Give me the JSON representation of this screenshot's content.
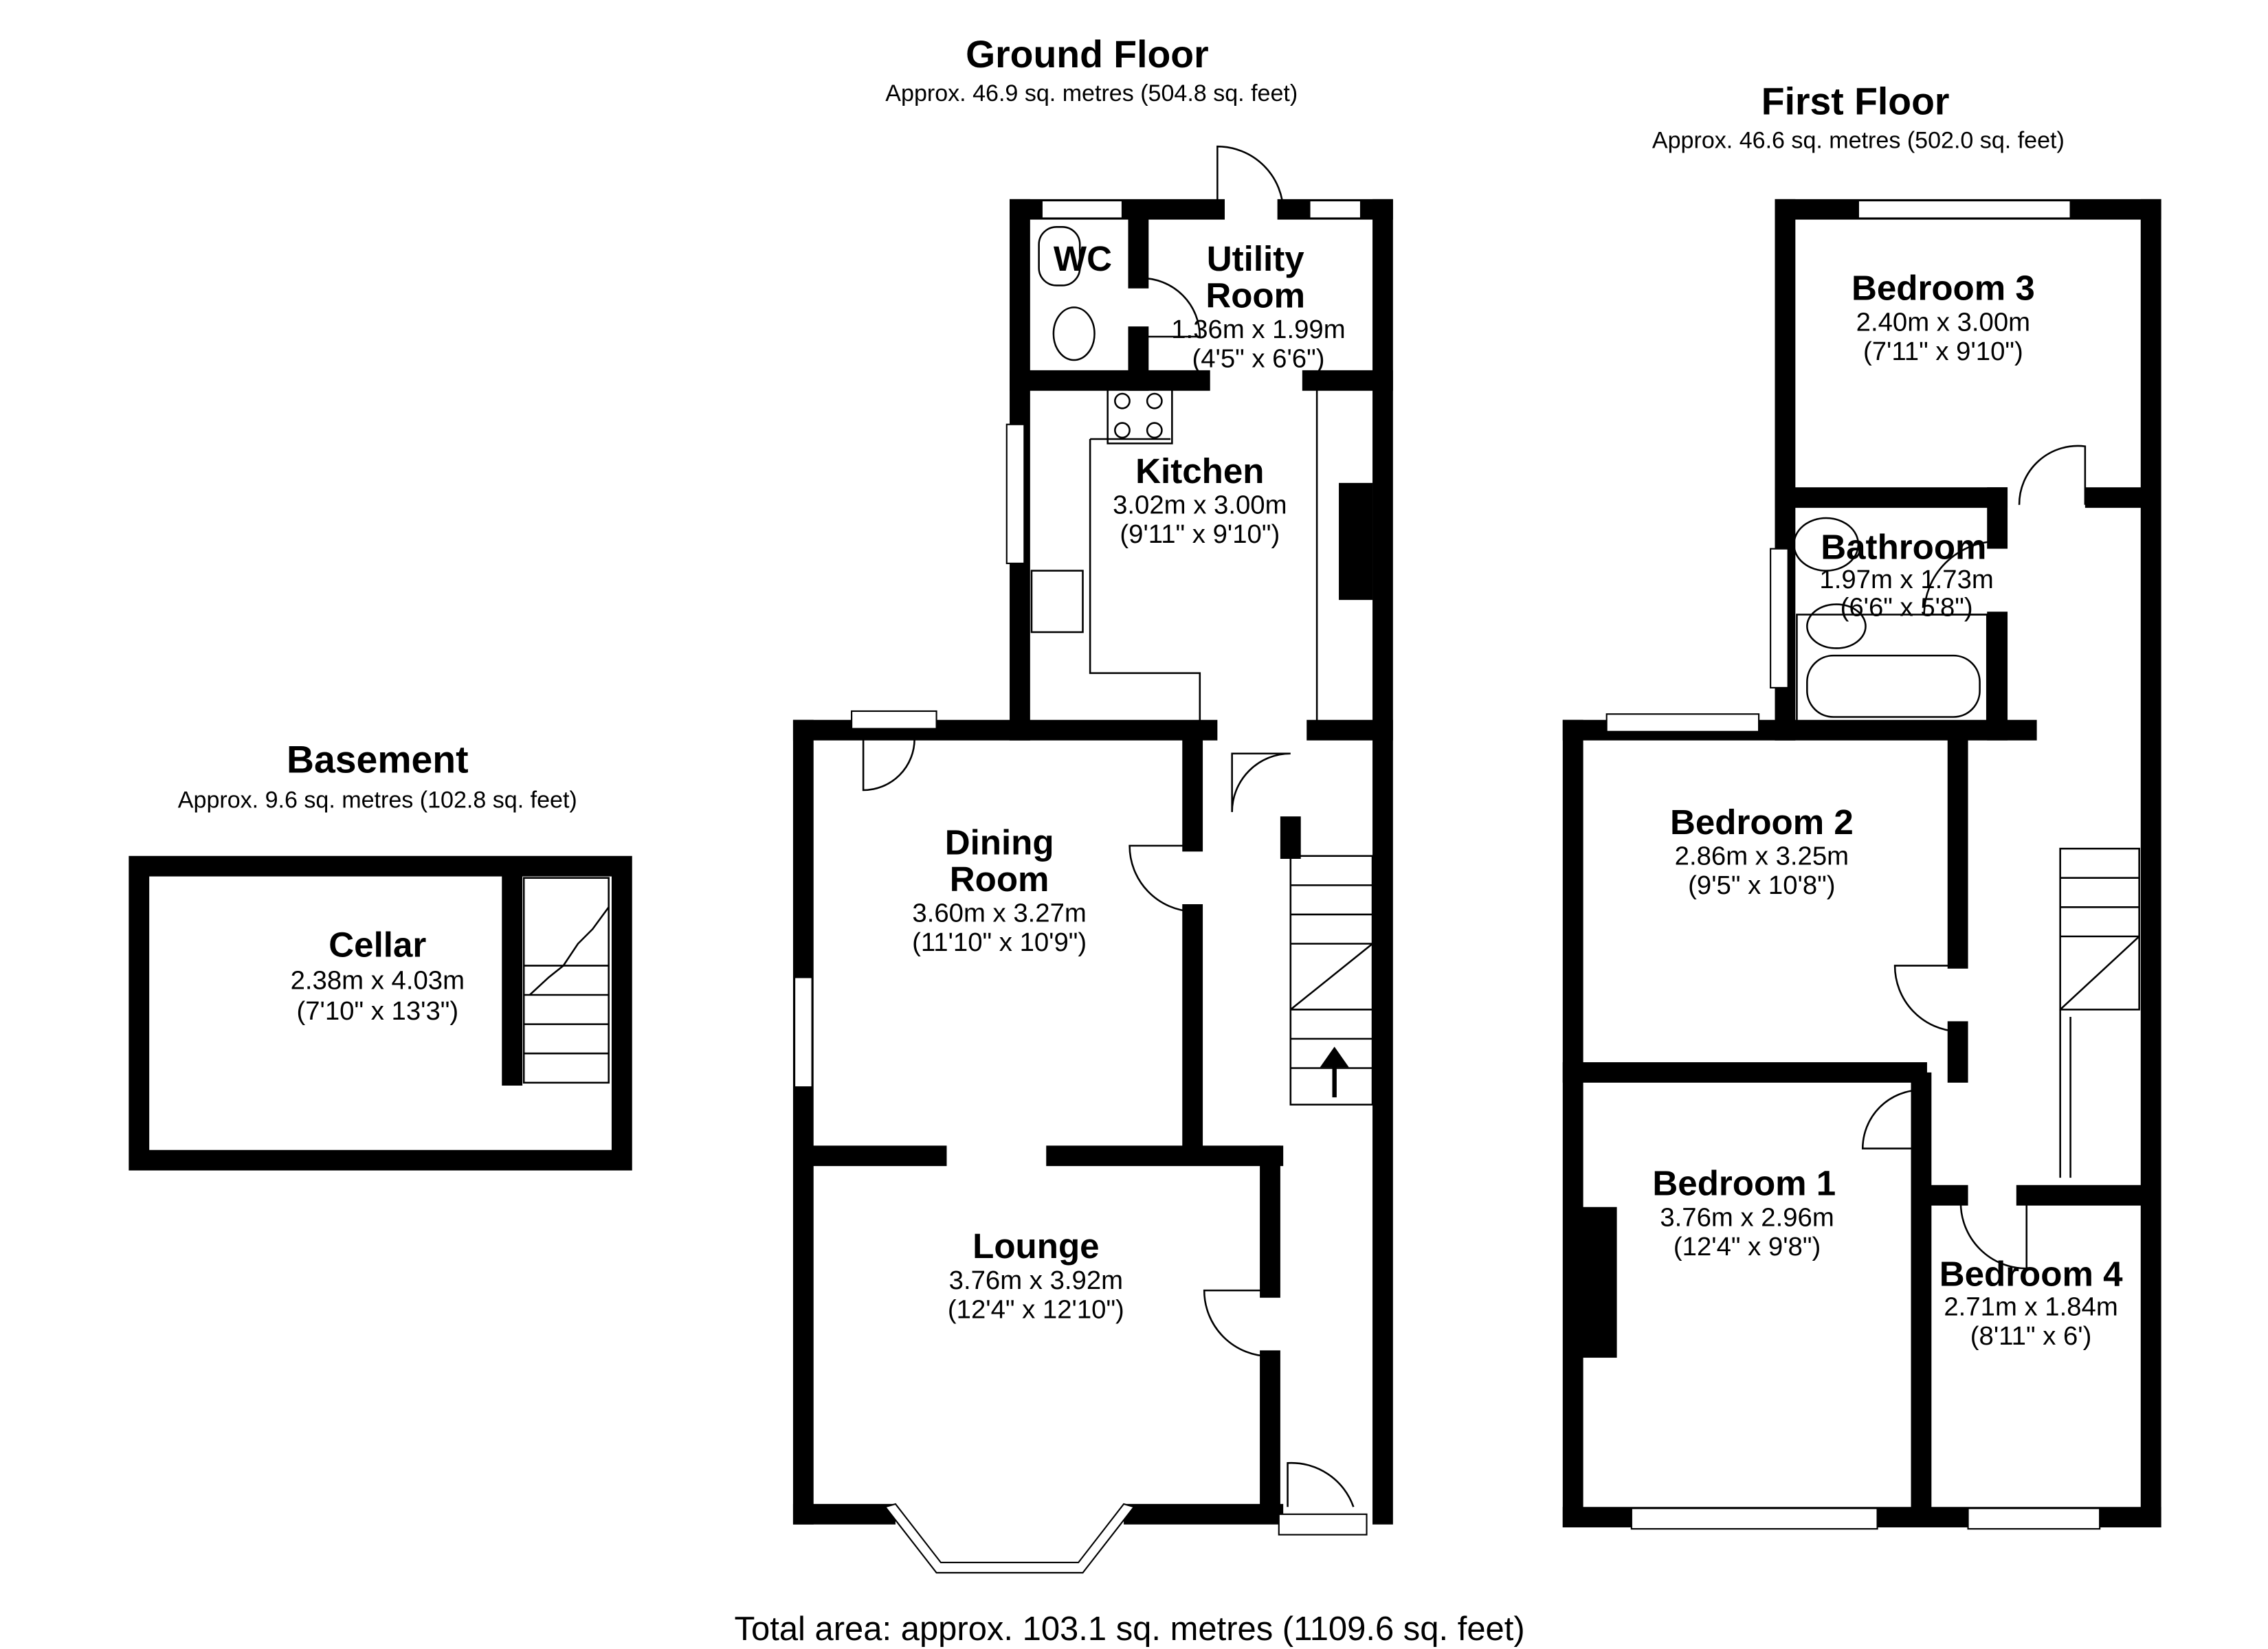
{
  "floors": {
    "basement": {
      "title": "Basement",
      "area": "Approx. 9.6 sq. metres (102.8 sq. feet)"
    },
    "ground": {
      "title": "Ground Floor",
      "area": "Approx. 46.9 sq. metres (504.8 sq. feet)"
    },
    "first": {
      "title": "First Floor",
      "area": "Approx. 46.6 sq. metres (502.0 sq. feet)"
    }
  },
  "rooms": {
    "cellar": {
      "name": "Cellar",
      "metric": "2.38m x 4.03m",
      "imperial": "(7'10\" x 13'3\")"
    },
    "wc": {
      "name": "WC"
    },
    "utility": {
      "name1": "Utility",
      "name2": "Room",
      "metric": "1.36m x 1.99m",
      "imperial": "(4'5\" x 6'6\")"
    },
    "kitchen": {
      "name": "Kitchen",
      "metric": "3.02m x 3.00m",
      "imperial": "(9'11\" x 9'10\")"
    },
    "dining": {
      "name1": "Dining",
      "name2": "Room",
      "metric": "3.60m x 3.27m",
      "imperial": "(11'10\" x 10'9\")"
    },
    "lounge": {
      "name": "Lounge",
      "metric": "3.76m x 3.92m",
      "imperial": "(12'4\" x 12'10\")"
    },
    "bedroom3": {
      "name": "Bedroom 3",
      "metric": "2.40m x 3.00m",
      "imperial": "(7'11\" x 9'10\")"
    },
    "bathroom": {
      "name": "Bathroom",
      "metric": "1.97m x 1.73m",
      "imperial": "(6'6\" x 5'8\")"
    },
    "bedroom2": {
      "name": "Bedroom 2",
      "metric": "2.86m x 3.25m",
      "imperial": "(9'5\" x 10'8\")"
    },
    "bedroom1": {
      "name": "Bedroom 1",
      "metric": "3.76m x 2.96m",
      "imperial": "(12'4\" x 9'8\")"
    },
    "bedroom4": {
      "name": "Bedroom 4",
      "metric": "2.71m x 1.84m",
      "imperial": "(8'11\" x 6')"
    }
  },
  "total_area": "Total area: approx. 103.1 sq. metres (1109.6 sq. feet)"
}
